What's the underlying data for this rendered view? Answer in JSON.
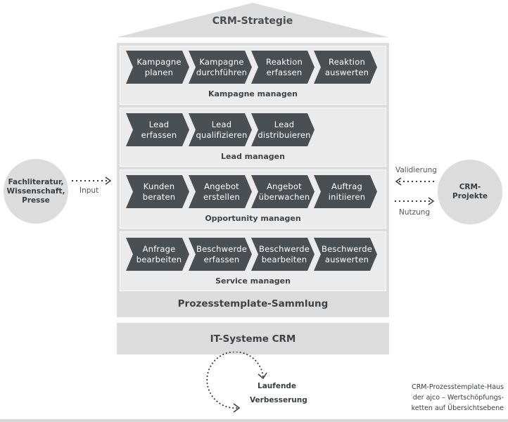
{
  "roof_title": "CRM-Strategie",
  "sections": [
    {
      "label": "Kampagne managen",
      "steps": [
        "Kampagne\nplanen",
        "Kampagne\ndurchführen",
        "Reaktion\nerfassen",
        "Reaktion\nauswerten"
      ]
    },
    {
      "label": "Lead managen",
      "steps": [
        "Lead\nerfassen",
        "Lead\nqualifizieren",
        "Lead\ndistribuieren"
      ]
    },
    {
      "label": "Opportunity managen",
      "steps": [
        "Kunden\nberaten",
        "Angebot\nerstellen",
        "Angebot\nüberwachen",
        "Auftrag\ninitiieren"
      ]
    },
    {
      "label": "Service managen",
      "steps": [
        "Anfrage\nbearbeiten",
        "Beschwerde\nerfassen",
        "Beschwerde\nbearbeiten",
        "Beschwerde\nauswerten"
      ]
    }
  ],
  "collection_label": "Prozesstemplate-Sammlung",
  "it_label": "IT-Systeme CRM",
  "left_source": "Fachliteratur,\nWissenschaft,\nPresse",
  "input_label": "Input",
  "right_source": "CRM-\nProjekte",
  "validation_label": "Validierung",
  "usage_label": "Nutzung",
  "improvement_line1": "Laufende",
  "improvement_line2": "Verbesserung",
  "caption": "CRM-Prozesstemplate-Haus\nder ajco – Wertschöpfungs-\nketten auf Übersichtsebene",
  "colors": {
    "chevron": "#4a4f53",
    "house": "#dcdcdc",
    "section": "#ebebeb"
  }
}
